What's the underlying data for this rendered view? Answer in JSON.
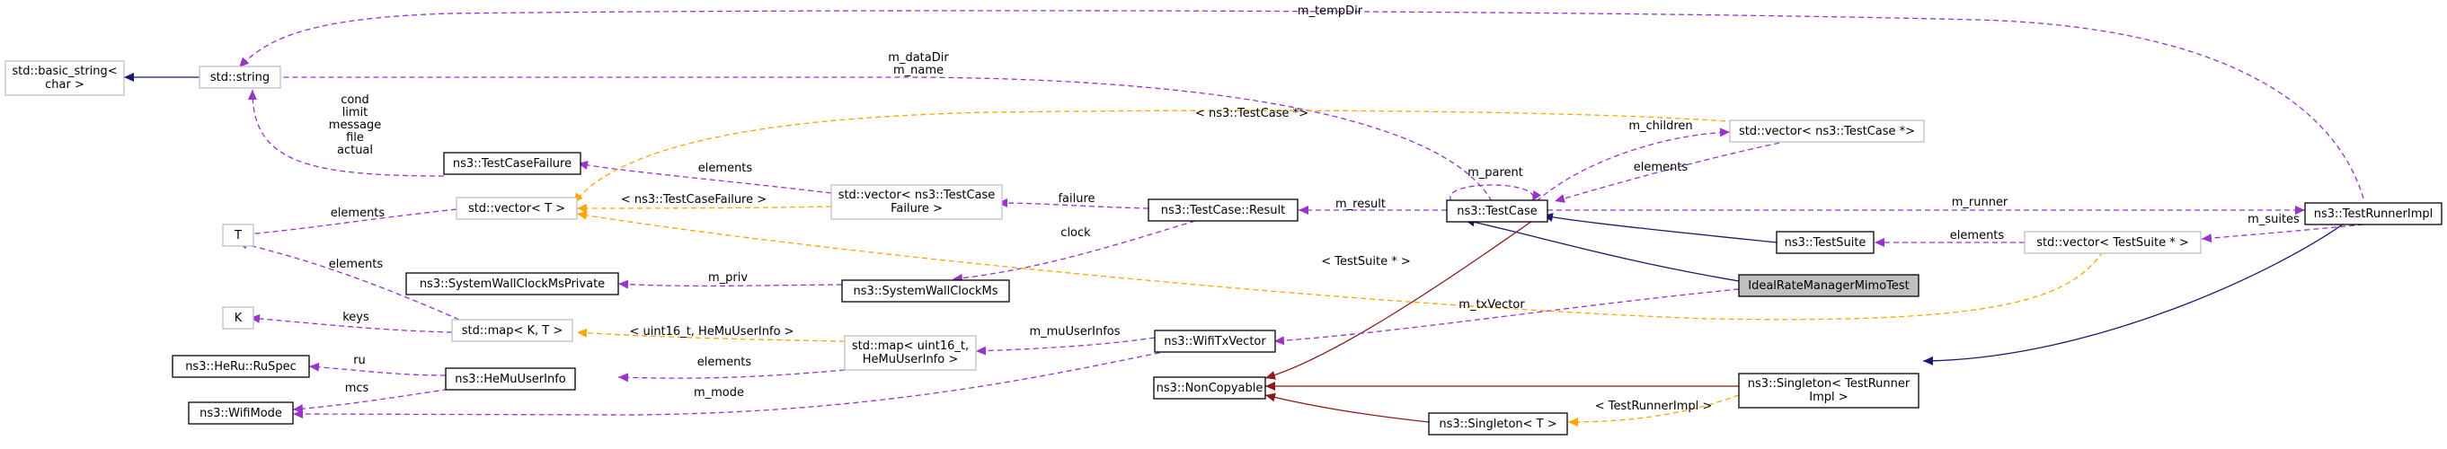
{
  "colors": {
    "node_fill": "#ffffff",
    "node_border": "#000000",
    "node_border_template": "#bfbfbf",
    "highlight_fill": "#bfbfbf",
    "inherit_blue": "#191970",
    "inherit_red": "#8b1a1a",
    "usage_purple": "#9a32cd",
    "template_orange": "#ffa500"
  },
  "nodes": {
    "ideal": {
      "label": "IdealRateManagerMimoTest",
      "highlight": true
    },
    "testcase": {
      "label": "ns3::TestCase"
    },
    "noncopyable": {
      "label": "ns3::NonCopyable"
    },
    "result": {
      "label": "ns3::TestCase::Result"
    },
    "vecfailure": {
      "lines": [
        "std::vector< ns3::TestCase",
        "Failure >"
      ],
      "template": true
    },
    "testcasefailure": {
      "label": "ns3::TestCaseFailure"
    },
    "stdstring": {
      "label": "std::string",
      "template": true
    },
    "basicstring": {
      "lines": [
        "std::basic_string<",
        "char >"
      ],
      "template": true
    },
    "vecT": {
      "label": "std::vector< T >",
      "template": true
    },
    "T": {
      "label": "T",
      "template": true
    },
    "wallclock": {
      "label": "ns3::SystemWallClockMs"
    },
    "wallclockpriv": {
      "label": "ns3::SystemWallClockMsPrivate"
    },
    "vectestcase": {
      "label": "std::vector< ns3::TestCase *>",
      "template": true
    },
    "testrunner": {
      "label": "ns3::TestRunnerImpl"
    },
    "testsuite": {
      "label": "ns3::TestSuite"
    },
    "vecsuite": {
      "label": "std::vector< TestSuite * >",
      "template": true
    },
    "singletonrunner": {
      "lines": [
        "ns3::Singleton< TestRunner",
        "Impl >"
      ]
    },
    "singletonT": {
      "label": "ns3::Singleton< T >"
    },
    "wifitx": {
      "label": "ns3::WifiTxVector"
    },
    "mapuint": {
      "lines": [
        "std::map< uint16_t,",
        "HeMuUserInfo >"
      ],
      "template": true
    },
    "hemu": {
      "label": "ns3::HeMuUserInfo"
    },
    "heru": {
      "label": "ns3::HeRu::RuSpec"
    },
    "wifimode": {
      "label": "ns3::WifiMode"
    },
    "mapKT": {
      "label": "std::map< K, T >",
      "template": true
    },
    "K": {
      "label": "K",
      "template": true
    }
  },
  "edge_labels": {
    "tempdir": "m_tempDir",
    "datadir": [
      "m_dataDir",
      "m_name"
    ],
    "failure_fields": [
      "cond",
      "limit",
      "message",
      "file",
      "actual"
    ],
    "vec_testcase_ptr": "< ns3::TestCase *>",
    "children": "m_children",
    "parent": "m_parent",
    "elements_tc": "elements",
    "elements_failure": "elements",
    "failure_tmpl": "< ns3::TestCaseFailure >",
    "failure": "failure",
    "result": "m_result",
    "runner": "m_runner",
    "suites": "m_suites",
    "elements_suite": "elements",
    "elements_T": "elements",
    "clock": "clock",
    "testsuite_tmpl": "< TestSuite * >",
    "elements_T2": "elements",
    "priv": "m_priv",
    "txvector": "m_txVector",
    "keys": "keys",
    "uint_tmpl": "< uint16_t, HeMuUserInfo >",
    "muuserinfos": "m_muUserInfos",
    "ru": "ru",
    "elements_hemu": "elements",
    "mcs": "mcs",
    "mode": "m_mode",
    "runner_tmpl": "< TestRunnerImpl >"
  }
}
